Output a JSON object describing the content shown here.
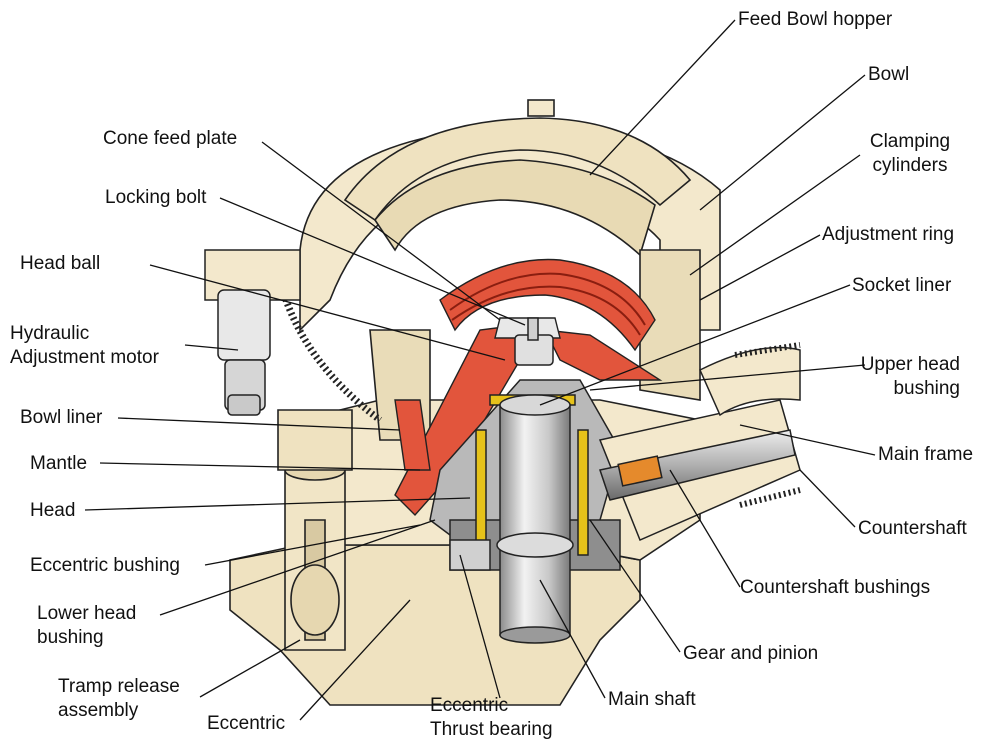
{
  "colors": {
    "body": "#f3e8cc",
    "body_dark": "#e3d4ac",
    "interior_grey": "#b9b9b9",
    "dark_grey": "#6e6e6e",
    "liner_red": "#e2553c",
    "liner_dark": "#c43a24",
    "bushing_yellow": "#e6c21a",
    "orange_part": "#e58a2c",
    "outline": "#222222",
    "leader_line": "#111111"
  },
  "labels": {
    "feed_bowl_hopper": "Feed Bowl hopper",
    "bowl": "Bowl",
    "clamping_cylinders_1": "Clamping",
    "clamping_cylinders_2": "cylinders",
    "adjustment_ring": "Adjustment ring",
    "socket_liner": "Socket liner",
    "upper_head_bushing_1": "Upper head",
    "upper_head_bushing_2": "bushing",
    "main_frame": "Main frame",
    "countershaft": "Countershaft",
    "countershaft_bushings": "Countershaft bushings",
    "gear_and_pinion": "Gear and pinion",
    "main_shaft": "Main shaft",
    "eccentric_thrust_bearing_1": "Eccentric",
    "eccentric_thrust_bearing_2": "Thrust bearing",
    "eccentric": "Eccentric",
    "tramp_release_assembly_1": "Tramp release",
    "tramp_release_assembly_2": "assembly",
    "lower_head_bushing_1": "Lower head",
    "lower_head_bushing_2": "bushing",
    "eccentric_bushing": "Eccentric bushing",
    "head": "Head",
    "mantle": "Mantle",
    "bowl_liner": "Bowl liner",
    "hydraulic_adjustment_motor_1": "Hydraulic",
    "hydraulic_adjustment_motor_2": "Adjustment motor",
    "head_ball": "Head ball",
    "locking_bolt": "Locking bolt",
    "cone_feed_plate": "Cone feed plate"
  }
}
